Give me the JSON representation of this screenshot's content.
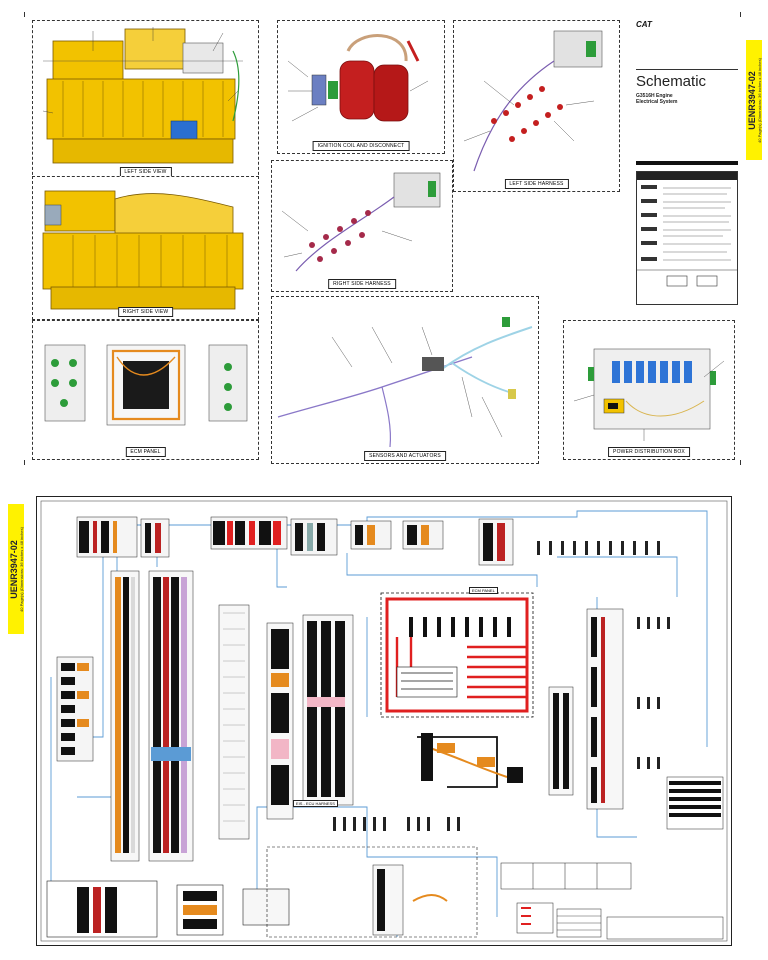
{
  "doc_number": "UENR3947-02",
  "pages_note": "40 Page(s) (Dimensions: 36 inches x 48 inches)",
  "brand": "CAT",
  "title_block": {
    "heading": "Schematic",
    "subtitle_line1": "G3516H Engine",
    "subtitle_line2": "Electrical System"
  },
  "views": {
    "left_side_view": "LEFT SIDE VIEW",
    "right_side_view": "RIGHT SIDE VIEW",
    "ecm_panel": "ECM PANEL",
    "ignition_coil": "IGNITION COIL AND DISCONNECT",
    "right_side_harness": "RIGHT SIDE HARNESS",
    "left_side_harness": "LEFT SIDE HARNESS",
    "sensors_and_actuators": "SENSORS AND ACTUATORS",
    "power_distribution_box": "POWER DISTRIBUTION BOX"
  },
  "schematic": {
    "label_center": "ECM PANEL",
    "label_lower": "EIS - ECU HARNESS",
    "tab_rotated": "UENR3947-02"
  },
  "colors": {
    "tab_yellow": "#fff200",
    "engine_yellow": "#f2c200",
    "coil_red": "#c41f1f",
    "wire_blue": "#5b9bd5",
    "wire_red": "#e02020",
    "wire_orange": "#e58a1e"
  }
}
